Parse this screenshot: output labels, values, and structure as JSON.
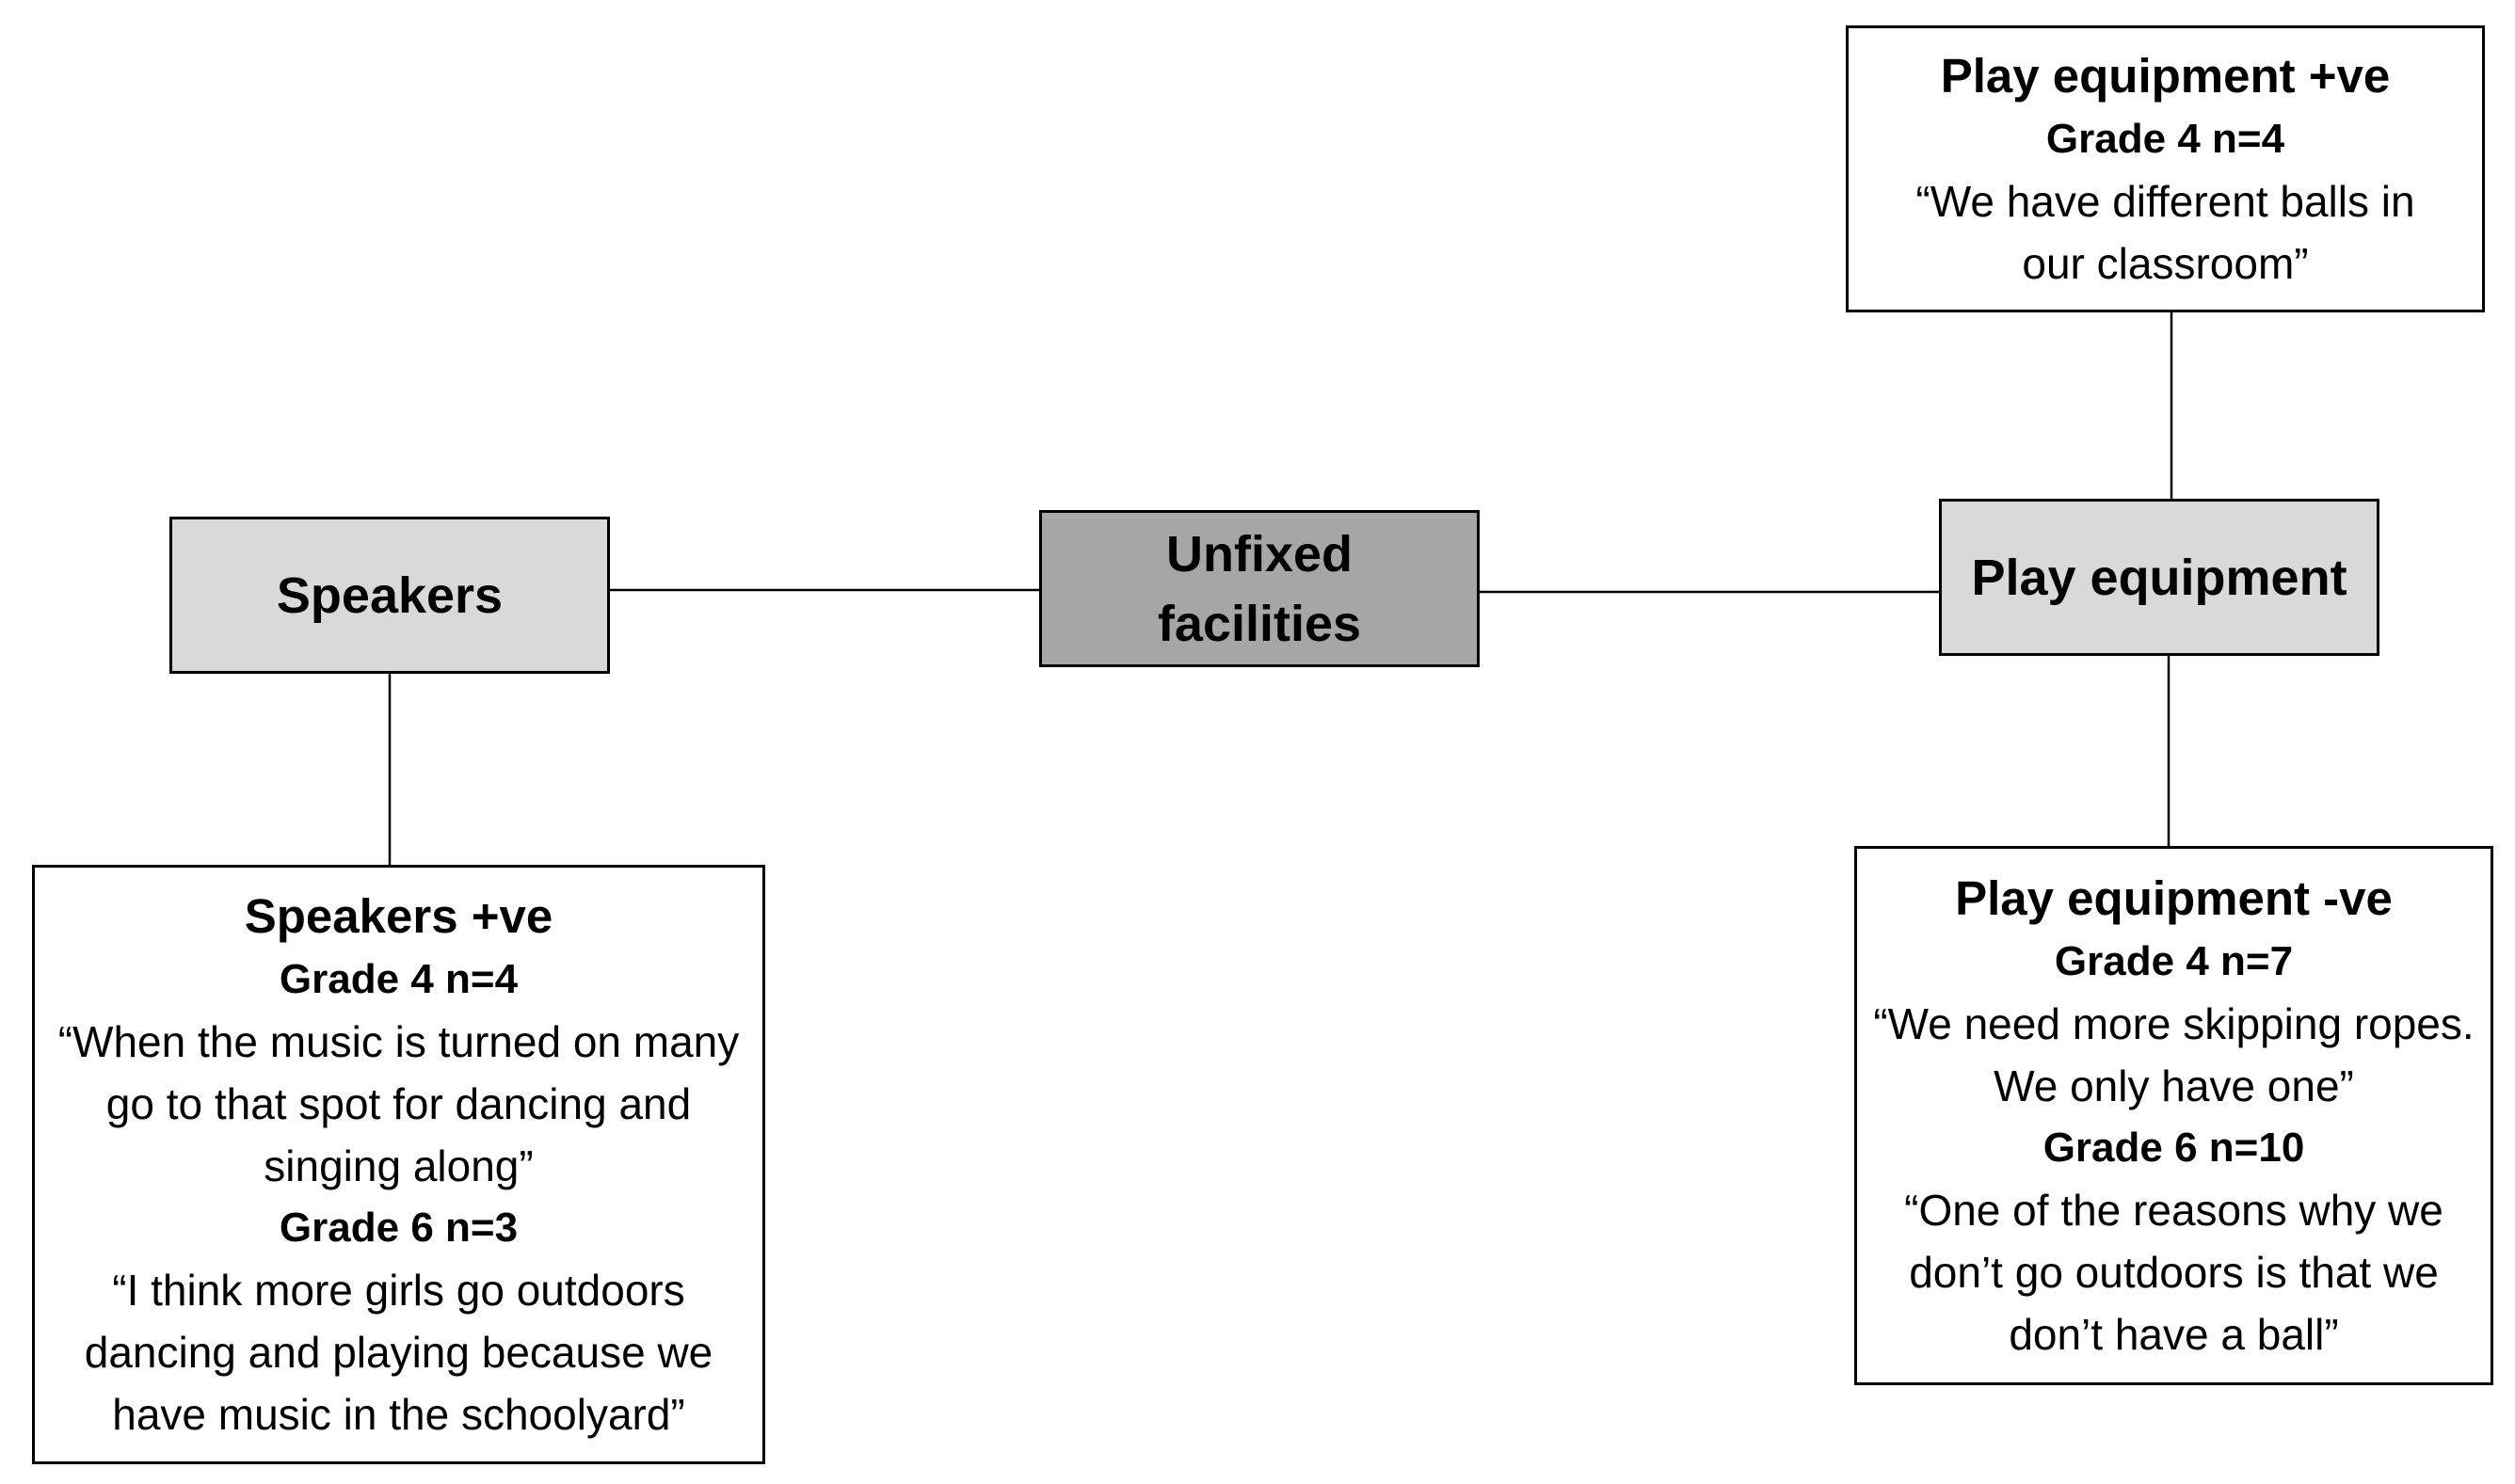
{
  "nodes": {
    "center": {
      "label_line1": "Unfixed",
      "label_line2": "facilities"
    },
    "speakers": {
      "label": "Speakers"
    },
    "play_equipment": {
      "label": "Play equipment"
    }
  },
  "details": {
    "play_positive": {
      "heading": "Play equipment +ve",
      "groups": [
        {
          "grade": "Grade 4 n=4",
          "quote": "“We have different balls in our classroom”"
        }
      ]
    },
    "play_negative": {
      "heading": "Play equipment -ve",
      "groups": [
        {
          "grade": "Grade 4 n=7",
          "quote": "“We need more skipping ropes. We only have one”"
        },
        {
          "grade": "Grade 6 n=10",
          "quote": "“One of the reasons why we don’t go outdoors is that we don’t have a ball”"
        }
      ]
    },
    "speakers_positive": {
      "heading": "Speakers +ve",
      "groups": [
        {
          "grade": "Grade 4 n=4",
          "quote": "“When the music is turned on many go to that spot for dancing and singing along”"
        },
        {
          "grade": "Grade 6 n=3",
          "quote": "“I think more girls go outdoors dancing and playing because we have music in the schoolyard”"
        }
      ]
    }
  },
  "colors": {
    "center_fill": "#a6a6a6",
    "node_fill": "#d9d9d9",
    "detail_fill": "#ffffff",
    "stroke": "#000000"
  }
}
